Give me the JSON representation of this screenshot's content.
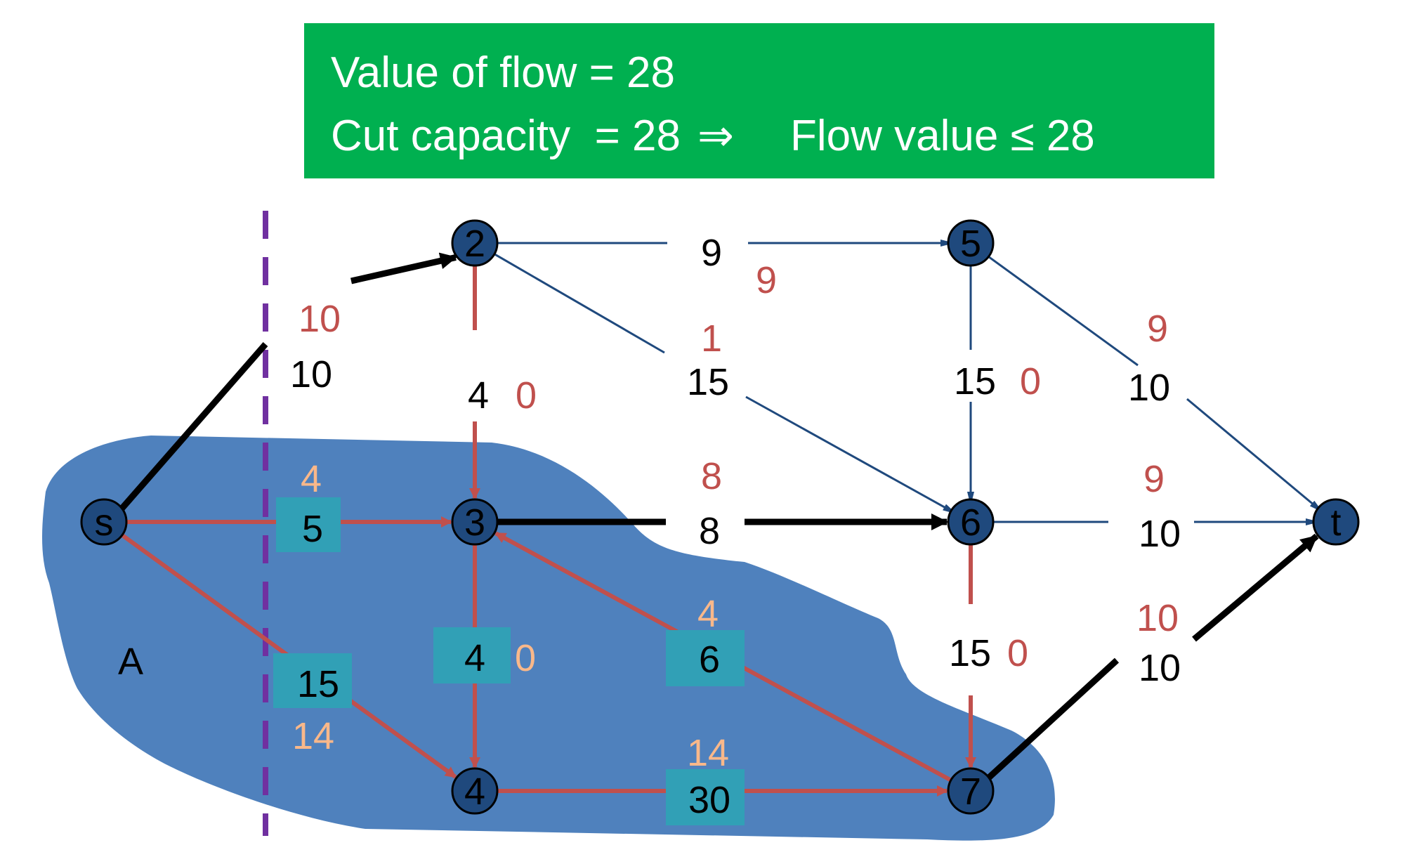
{
  "banner": {
    "line1": "Value of flow = 28",
    "line2": "Cut capacity  = 28",
    "implies": "⇒",
    "flow_value": "Flow value ≤ 28"
  },
  "colors": {
    "banner_bg": "#00b050",
    "region_fill": "#4f81bd",
    "node_fill": "#1f497d",
    "graph_edge": "#1f497d",
    "flow_edge": "#c0504d",
    "cut_edge": "#000000",
    "cut_line": "#7030a0",
    "flow_label": "#c0504d",
    "inner_flow_label": "#f9b88a",
    "capacity_box": "#31a0b6"
  },
  "region_label": "A",
  "nodes": [
    {
      "id": "s",
      "label": "s"
    },
    {
      "id": "2",
      "label": "2"
    },
    {
      "id": "3",
      "label": "3"
    },
    {
      "id": "4",
      "label": "4"
    },
    {
      "id": "5",
      "label": "5"
    },
    {
      "id": "6",
      "label": "6"
    },
    {
      "id": "7",
      "label": "7"
    },
    {
      "id": "t",
      "label": "t"
    }
  ],
  "edges": [
    {
      "from": "s",
      "to": "2",
      "capacity": "10",
      "flow": "10",
      "style": "cut"
    },
    {
      "from": "s",
      "to": "3",
      "capacity": "5",
      "flow": "4",
      "style": "inner"
    },
    {
      "from": "s",
      "to": "4",
      "capacity": "15",
      "flow": "14",
      "style": "inner"
    },
    {
      "from": "2",
      "to": "3",
      "capacity": "4",
      "flow": "0",
      "style": "flow"
    },
    {
      "from": "2",
      "to": "5",
      "capacity": "9",
      "flow": "9",
      "style": "plain"
    },
    {
      "from": "2",
      "to": "6",
      "capacity": "15",
      "flow": "1",
      "style": "plain"
    },
    {
      "from": "3",
      "to": "4",
      "capacity": "4",
      "flow": "0",
      "style": "inner"
    },
    {
      "from": "3",
      "to": "6",
      "capacity": "8",
      "flow": "8",
      "style": "cut"
    },
    {
      "from": "4",
      "to": "7",
      "capacity": "30",
      "flow": "14",
      "style": "inner"
    },
    {
      "from": "7",
      "to": "3",
      "capacity": "6",
      "flow": "4",
      "style": "inner"
    },
    {
      "from": "5",
      "to": "6",
      "capacity": "15",
      "flow": "0",
      "style": "plain"
    },
    {
      "from": "5",
      "to": "t",
      "capacity": "10",
      "flow": "9",
      "style": "plain"
    },
    {
      "from": "6",
      "to": "t",
      "capacity": "10",
      "flow": "9",
      "style": "plain"
    },
    {
      "from": "6",
      "to": "7",
      "capacity": "15",
      "flow": "0",
      "style": "flow"
    },
    {
      "from": "7",
      "to": "t",
      "capacity": "10",
      "flow": "10",
      "style": "cut"
    }
  ]
}
